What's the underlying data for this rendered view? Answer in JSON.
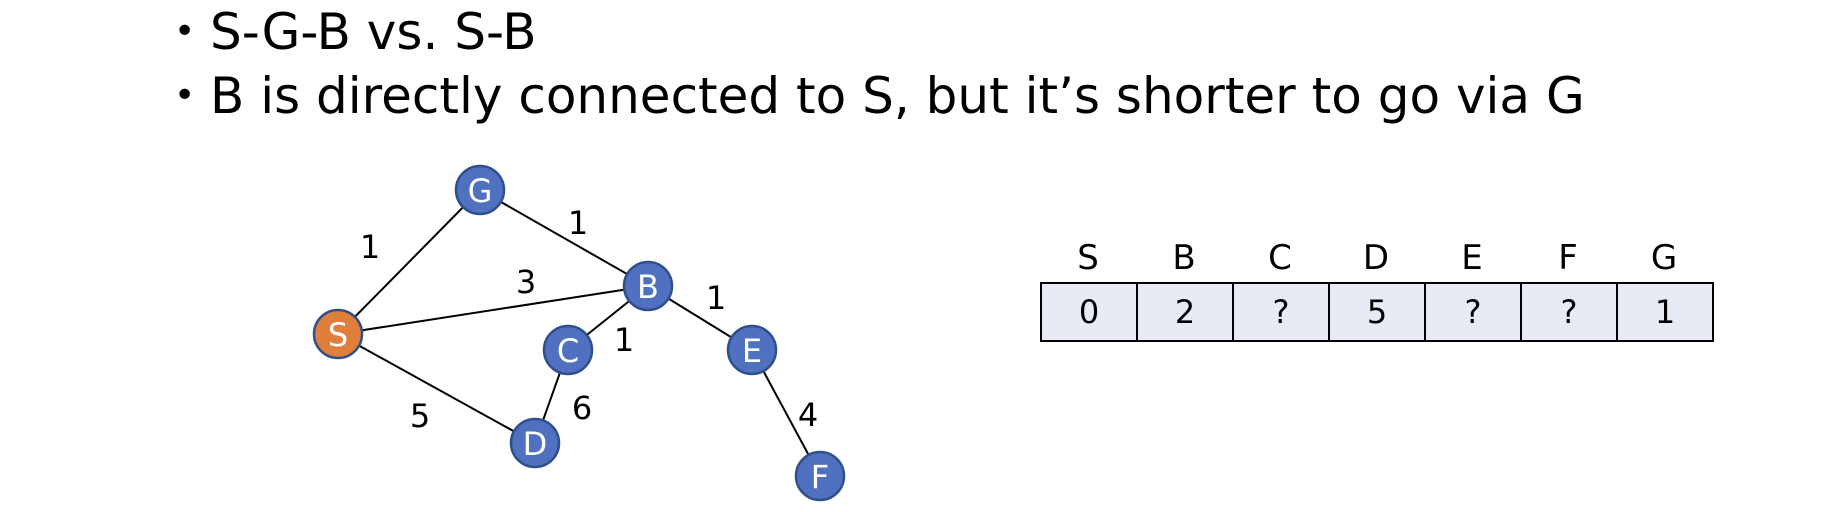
{
  "bullets": [
    "S-G-B vs. S-B",
    "B is directly connected to S, but it’s shorter to go via G"
  ],
  "bullet_symbol": "•",
  "colors": {
    "source_node": "#e07f3c",
    "node": "#4f71c0",
    "table_cell": "#e8ebf3"
  },
  "graph": {
    "nodes": [
      {
        "id": "G",
        "label": "G",
        "role": "node"
      },
      {
        "id": "S",
        "label": "S",
        "role": "source"
      },
      {
        "id": "B",
        "label": "B",
        "role": "node"
      },
      {
        "id": "C",
        "label": "C",
        "role": "node"
      },
      {
        "id": "E",
        "label": "E",
        "role": "node"
      },
      {
        "id": "D",
        "label": "D",
        "role": "node"
      },
      {
        "id": "F",
        "label": "F",
        "role": "node"
      }
    ],
    "edges": [
      {
        "from": "S",
        "to": "G",
        "weight": "1"
      },
      {
        "from": "G",
        "to": "B",
        "weight": "1"
      },
      {
        "from": "S",
        "to": "B",
        "weight": "3"
      },
      {
        "from": "B",
        "to": "C",
        "weight": "1"
      },
      {
        "from": "B",
        "to": "E",
        "weight": "1"
      },
      {
        "from": "S",
        "to": "D",
        "weight": "5"
      },
      {
        "from": "C",
        "to": "D",
        "weight": "6"
      },
      {
        "from": "E",
        "to": "F",
        "weight": "4"
      }
    ]
  },
  "distance_table": {
    "headers": [
      "S",
      "B",
      "C",
      "D",
      "E",
      "F",
      "G"
    ],
    "values": [
      "0",
      "2",
      "?",
      "5",
      "?",
      "?",
      "1"
    ]
  }
}
